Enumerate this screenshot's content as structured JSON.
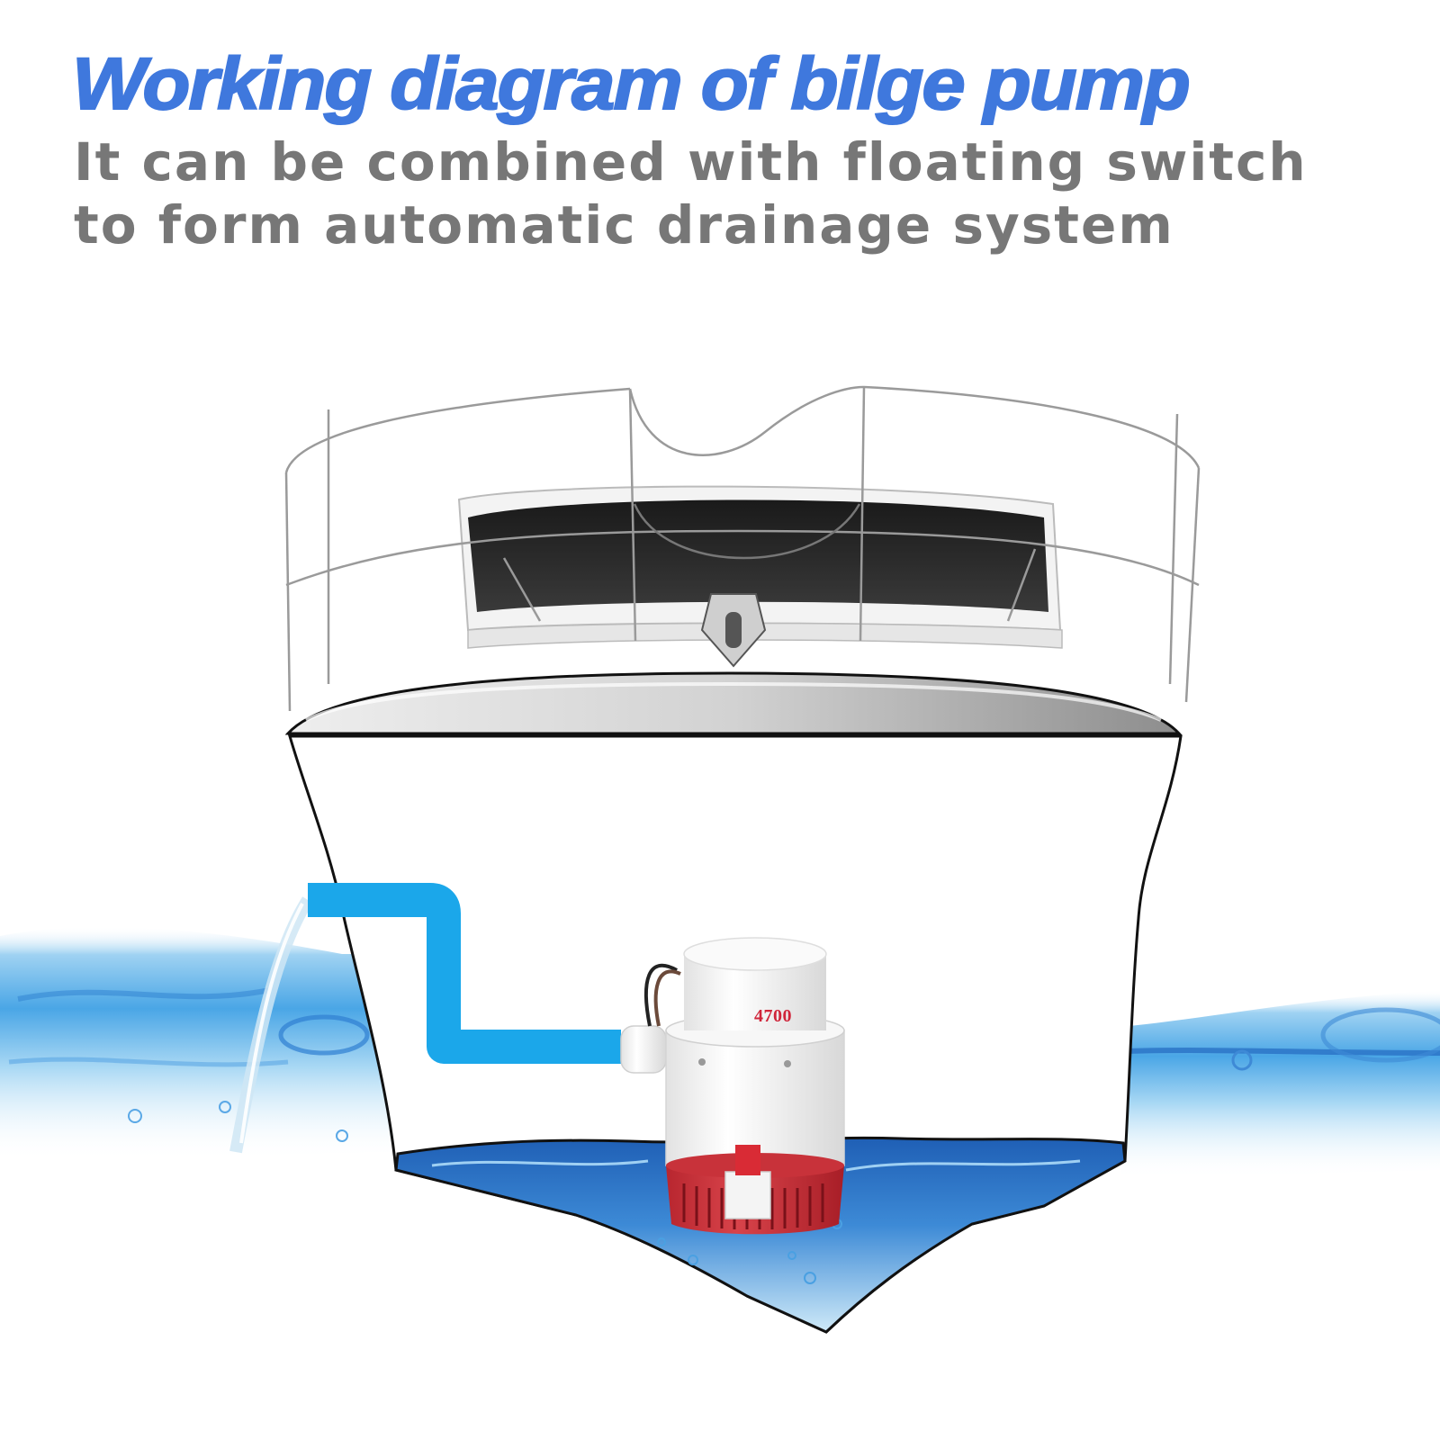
{
  "header": {
    "title": "Working diagram of bilge pump",
    "subtitle_lines": [
      "It can be combined with floating switch",
      "to form automatic drainage system"
    ]
  },
  "diagram": {
    "subject": "boat-hull-cross-section",
    "components": [
      {
        "name": "boat-bow",
        "description": "Boat bow with railings and windshield"
      },
      {
        "name": "hull",
        "description": "Hull outline showing bilge area"
      },
      {
        "name": "discharge-hose",
        "description": "Blue hose routed from pump outlet out through the hull side"
      },
      {
        "name": "bilge-pump",
        "description": "White pump body with red strainer base",
        "model_label": "4700"
      },
      {
        "name": "bilge-water",
        "description": "Water collected at the bottom of the hull"
      },
      {
        "name": "sea-water",
        "description": "Water surface outside the hull on both sides"
      },
      {
        "name": "discharge-stream",
        "description": "Water stream pouring out of the hose outlet"
      }
    ],
    "pump": {
      "model_label": "4700"
    }
  },
  "colors": {
    "title": "#3f78dd",
    "subtitle": "#777777",
    "hose": "#1ba7ea",
    "pump_body": "#f4f4f4",
    "pump_base": "#c8323a",
    "water_light": "#bfe2f6",
    "water_dark": "#2d7fd0"
  }
}
